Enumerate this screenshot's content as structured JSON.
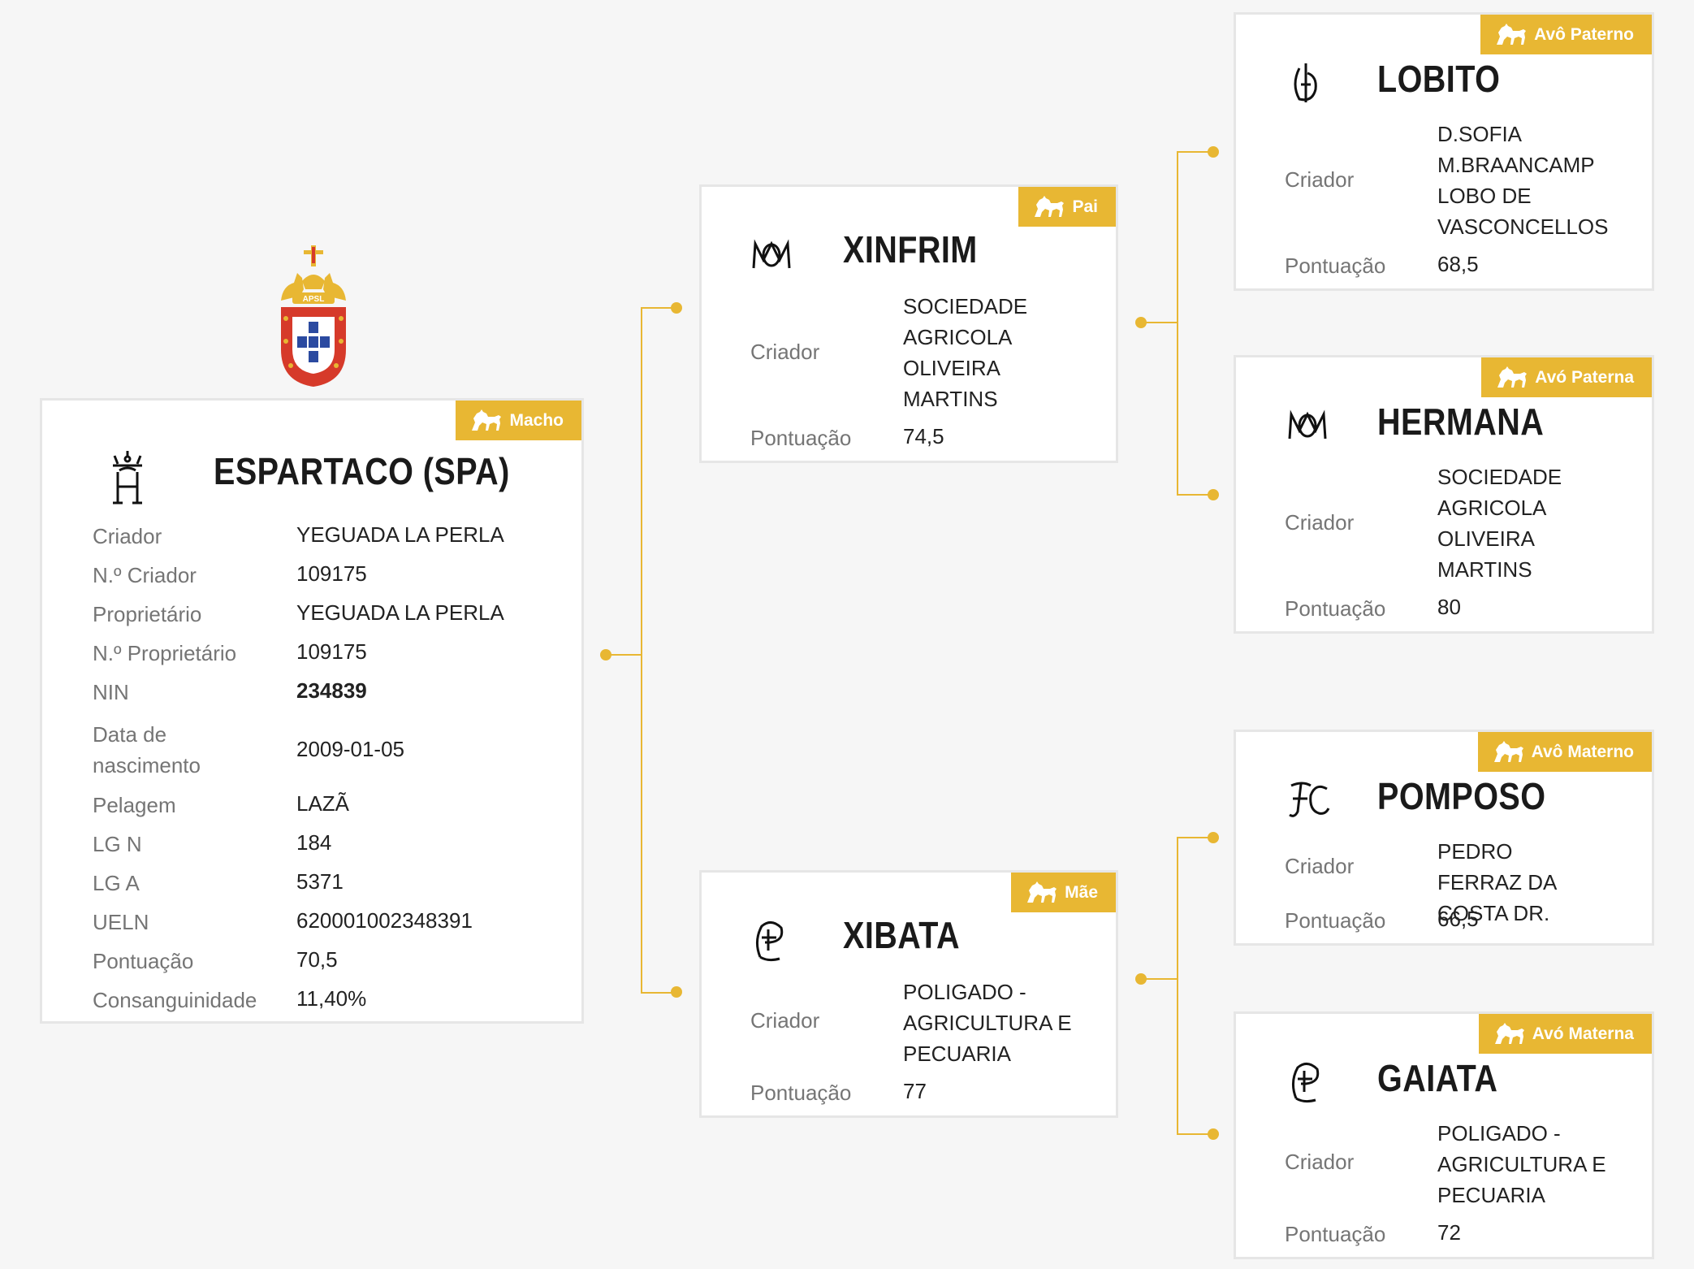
{
  "accent_color": "#e8b733",
  "logo": {
    "text": "APSL",
    "icon": "apsl-crest-icon"
  },
  "main": {
    "badge": "Macho",
    "brand_icon": "brand-ferrete-h-crown-icon",
    "name": "ESPARTACO (SPA)",
    "fields": [
      {
        "label": "Criador",
        "value": "YEGUADA LA PERLA"
      },
      {
        "label": "N.º Criador",
        "value": "109175"
      },
      {
        "label": "Proprietário",
        "value": "YEGUADA LA PERLA"
      },
      {
        "label": "N.º Proprietário",
        "value": "109175"
      },
      {
        "label": "NIN",
        "value": "234839"
      },
      {
        "label": "Data de nascimento",
        "value": "2009-01-05"
      },
      {
        "label": "Pelagem",
        "value": "LAZÃ"
      },
      {
        "label": "LG N",
        "value": "184"
      },
      {
        "label": "LG A",
        "value": "5371"
      },
      {
        "label": "UELN",
        "value": "620001002348391"
      },
      {
        "label": "Pontuação",
        "value": "70,5"
      },
      {
        "label": "Consanguinidade",
        "value": "11,40%"
      }
    ]
  },
  "pai": {
    "badge": "Pai",
    "name": "XINFRIM",
    "brand_icon": "brand-ferrete-mo-icon",
    "criador_label": "Criador",
    "criador": "SOCIEDADE AGRICOLA OLIVEIRA MARTINS",
    "pontuacao_label": "Pontuação",
    "pontuacao": "74,5"
  },
  "mae": {
    "badge": "Mãe",
    "name": "XIBATA",
    "brand_icon": "brand-ferrete-p-icon",
    "criador_label": "Criador",
    "criador": "POLIGADO - AGRICULTURA E PECUARIA",
    "pontuacao_label": "Pontuação",
    "pontuacao": "77"
  },
  "avo_paterno": {
    "badge": "Avô Paterno",
    "name": "LOBITO",
    "brand_icon": "brand-ferrete-d-icon",
    "criador_label": "Criador",
    "criador": "D.SOFIA M.BRAANCAMP LOBO DE VASCONCELLOS",
    "pontuacao_label": "Pontuação",
    "pontuacao": "68,5"
  },
  "avo_paterna": {
    "badge": "Avó Paterna",
    "name": "HERMANA",
    "brand_icon": "brand-ferrete-mo-icon",
    "criador_label": "Criador",
    "criador": "SOCIEDADE AGRICOLA OLIVEIRA MARTINS",
    "pontuacao_label": "Pontuação",
    "pontuacao": "80"
  },
  "avo_materno": {
    "badge": "Avô Materno",
    "name": "POMPOSO",
    "brand_icon": "brand-ferrete-fc-icon",
    "criador_label": "Criador",
    "criador": "PEDRO FERRAZ DA COSTA DR.",
    "pontuacao_label": "Pontuação",
    "pontuacao": "66,5"
  },
  "avo_materna": {
    "badge": "Avó Materna",
    "name": "GAIATA",
    "brand_icon": "brand-ferrete-p-icon",
    "criador_label": "Criador",
    "criador": "POLIGADO - AGRICULTURA E PECUARIA",
    "pontuacao_label": "Pontuação",
    "pontuacao": "72"
  }
}
